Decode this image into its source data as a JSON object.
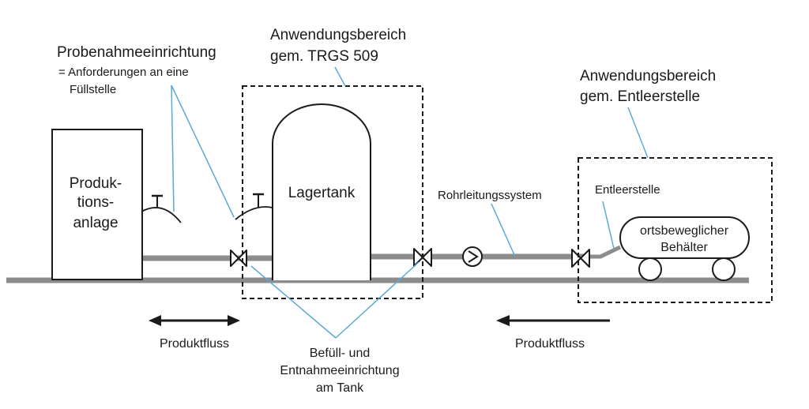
{
  "labels": {
    "probenahme_title": "Probenahmeeinrichtung",
    "probenahme_sub_1": "= Anforderungen an eine",
    "probenahme_sub_2": "Füllstelle",
    "trgs_line_1": "Anwendungsbereich",
    "trgs_line_2": "gem. TRGS 509",
    "entleer_area_line_1": "Anwendungsbereich",
    "entleer_area_line_2": "gem. Entleerstelle",
    "production_line_1": "Produk-",
    "production_line_2": "tions-",
    "production_line_3": "anlage",
    "storage_tank": "Lagertank",
    "piping": "Rohrleitungssystem",
    "discharge_point": "Entleerstelle",
    "mobile_container_1": "ortsbeweglicher",
    "mobile_container_2": "Behälter",
    "flow_left": "Produktfluss",
    "flow_right": "Produktfluss",
    "valves_line_1": "Befüll- und",
    "valves_line_2": "Entnahmeeinrichtung",
    "valves_line_3": "am Tank"
  },
  "colors": {
    "pipe": "#8c8c8c",
    "leader": "#5aa9d6",
    "ink": "#1a1a1a"
  }
}
